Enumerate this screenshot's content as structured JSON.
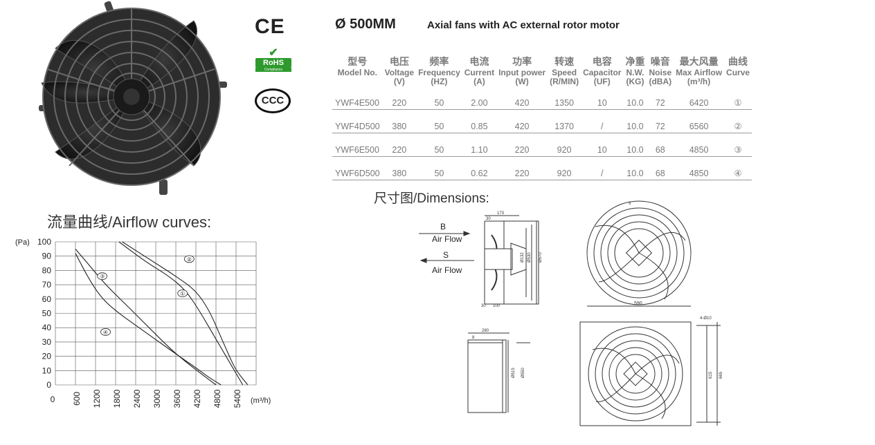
{
  "header": {
    "title": "Ø 500MM",
    "subtitle": "Axial fans with AC external rotor motor"
  },
  "certifications": {
    "ce": "CE",
    "rohs": "RoHS",
    "rohs_sub": "Compliance",
    "ccc": "CCC"
  },
  "table": {
    "columns": [
      {
        "cn": "型号",
        "en": "Model No.",
        "unit": ""
      },
      {
        "cn": "电压",
        "en": "Voltage",
        "unit": "(V)"
      },
      {
        "cn": "频率",
        "en": "Frequency",
        "unit": "(HZ)"
      },
      {
        "cn": "电流",
        "en": "Current",
        "unit": "(A)"
      },
      {
        "cn": "功率",
        "en": "Input power",
        "unit": "(W)"
      },
      {
        "cn": "转速",
        "en": "Speed",
        "unit": "(R/MIN)"
      },
      {
        "cn": "电容",
        "en": "Capacitor",
        "unit": "(UF)"
      },
      {
        "cn": "净重",
        "en": "N.W.",
        "unit": "(KG)"
      },
      {
        "cn": "噪音",
        "en": "Noise",
        "unit": "(dBA)"
      },
      {
        "cn": "最大风量",
        "en": "Max Airflow",
        "unit": "(m³/h)"
      },
      {
        "cn": "曲线",
        "en": "Curve",
        "unit": ""
      }
    ],
    "rows": [
      [
        "YWF4E500",
        "220",
        "50",
        "2.00",
        "420",
        "1350",
        "10",
        "10.0",
        "72",
        "6420",
        "①"
      ],
      [
        "YWF4D500",
        "380",
        "50",
        "0.85",
        "420",
        "1370",
        "/",
        "10.0",
        "72",
        "6560",
        "②"
      ],
      [
        "YWF6E500",
        "220",
        "50",
        "1.10",
        "220",
        "920",
        "10",
        "10.0",
        "68",
        "4850",
        "③"
      ],
      [
        "YWF6D500",
        "380",
        "50",
        "0.62",
        "220",
        "920",
        "/",
        "10.0",
        "68",
        "4850",
        "④"
      ]
    ]
  },
  "airflow_section": {
    "title": "流量曲线/Airflow curves:"
  },
  "dimensions_section": {
    "title": "尺寸图/Dimensions:",
    "flow_b": "B",
    "flow_b_label": "Air Flow",
    "flow_s": "S",
    "flow_s_label": "Air Flow",
    "side_dims": [
      "173",
      "30",
      "30",
      "100",
      "Ø132",
      "Ø530",
      "Ø570"
    ],
    "front_dims": [
      "9",
      "590"
    ],
    "depth_dims": [
      "280",
      "8",
      "Ø515",
      "Ø550"
    ],
    "plate_dims": [
      "4-Ø10",
      "615",
      "665"
    ]
  },
  "chart_data": {
    "type": "line",
    "title": "",
    "xlabel": "(m³/h)",
    "ylabel": "(Pa)",
    "xlim": [
      0,
      6000
    ],
    "ylim": [
      0,
      100
    ],
    "x_ticks": [
      "600",
      "1200",
      "1800",
      "2400",
      "3000",
      "3600",
      "4200",
      "4800",
      "5400"
    ],
    "x_zero_label": "0",
    "y_ticks": [
      "0",
      "10",
      "20",
      "30",
      "40",
      "50",
      "60",
      "70",
      "80",
      "90",
      "100"
    ],
    "grid": true,
    "series": [
      {
        "name": "①",
        "points": [
          [
            1900,
            100
          ],
          [
            2700,
            86
          ],
          [
            3400,
            76
          ],
          [
            3900,
            66
          ],
          [
            4300,
            52
          ],
          [
            4700,
            36
          ],
          [
            5100,
            20
          ],
          [
            5350,
            10
          ],
          [
            5600,
            0
          ]
        ]
      },
      {
        "name": "②",
        "points": [
          [
            2000,
            100
          ],
          [
            2800,
            88
          ],
          [
            3600,
            76
          ],
          [
            4200,
            66
          ],
          [
            4600,
            52
          ],
          [
            4900,
            36
          ],
          [
            5200,
            20
          ],
          [
            5400,
            10
          ],
          [
            5750,
            0
          ]
        ]
      },
      {
        "name": "③",
        "points": [
          [
            600,
            95
          ],
          [
            1000,
            84
          ],
          [
            1500,
            70
          ],
          [
            2200,
            54
          ],
          [
            2800,
            40
          ],
          [
            3400,
            26
          ],
          [
            3900,
            16
          ],
          [
            4400,
            7
          ],
          [
            4800,
            0
          ]
        ]
      },
      {
        "name": "④",
        "points": [
          [
            600,
            92
          ],
          [
            1000,
            74
          ],
          [
            1400,
            60
          ],
          [
            1900,
            50
          ],
          [
            2500,
            40
          ],
          [
            3100,
            30
          ],
          [
            3700,
            20
          ],
          [
            4200,
            12
          ],
          [
            4600,
            5
          ],
          [
            4950,
            0
          ]
        ]
      }
    ],
    "curve_labels": [
      {
        "name": "①",
        "x": 3800,
        "y": 64
      },
      {
        "name": "②",
        "x": 4000,
        "y": 88
      },
      {
        "name": "③",
        "x": 1400,
        "y": 76
      },
      {
        "name": "④",
        "x": 1500,
        "y": 37
      }
    ]
  }
}
